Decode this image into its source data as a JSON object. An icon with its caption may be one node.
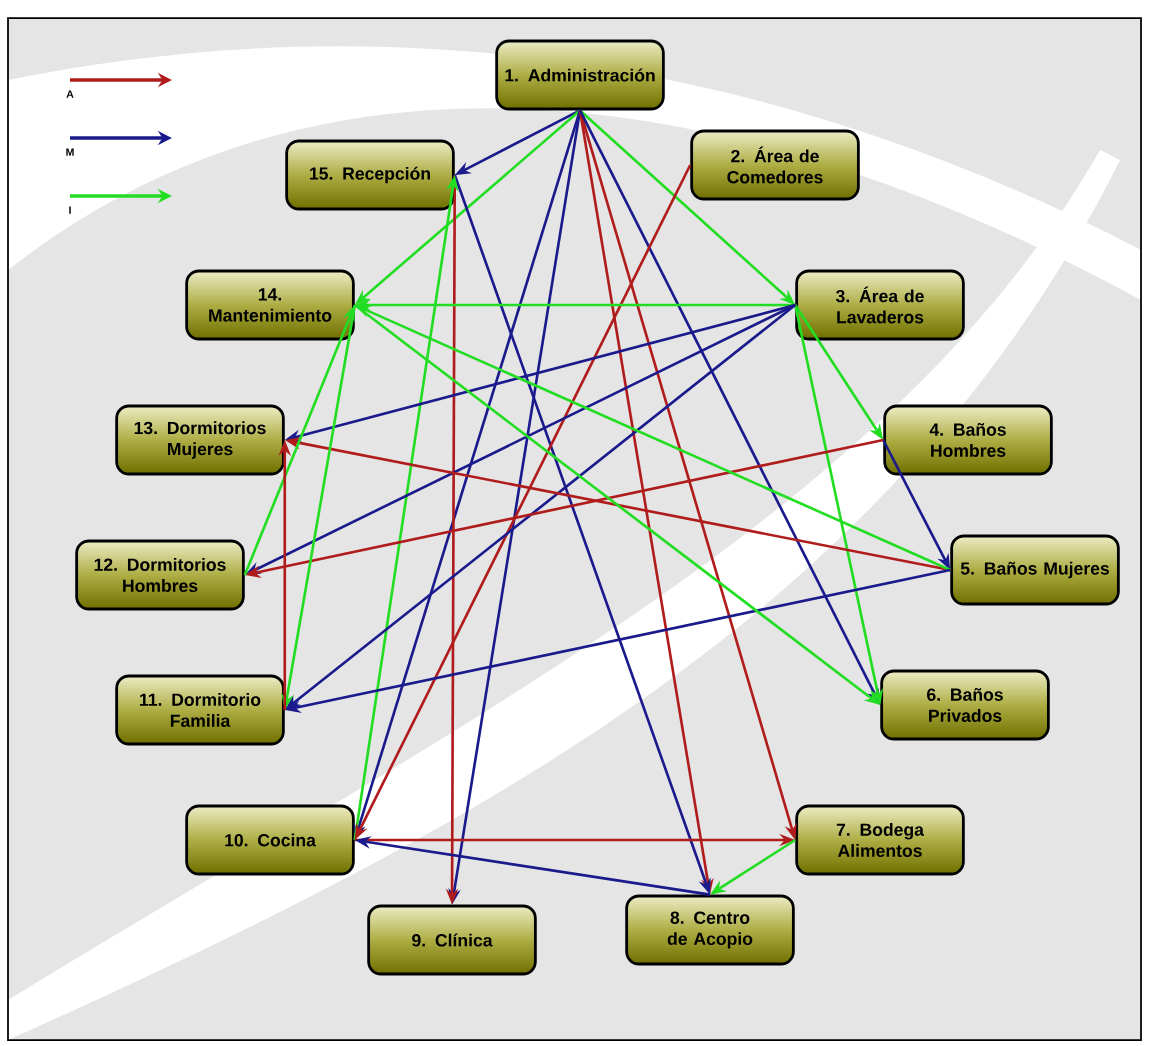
{
  "diagram": {
    "nodes": [
      {
        "text": [
          "1. Administración"
        ]
      },
      {
        "text": [
          "2. Área de Comedores"
        ]
      },
      {
        "text": [
          "3. Área de Lavaderos"
        ]
      },
      {
        "text": [
          "4. Baños Hombres"
        ]
      },
      {
        "text": [
          "5. Baños Mujeres"
        ]
      },
      {
        "text": [
          "6. Baños Privados"
        ]
      },
      {
        "text": [
          "7. Bodega Alimentos"
        ]
      },
      {
        "text": [
          "8. Centro de Acopio"
        ]
      },
      {
        "text": [
          "9. Clínica"
        ]
      },
      {
        "text": [
          "10. Cocina"
        ]
      },
      {
        "text": [
          "11. Dormitorio Familia"
        ]
      },
      {
        "text": [
          "12. Dormitorios Hombres"
        ]
      },
      {
        "text": [
          "13. Dormitorios Mujeres"
        ]
      },
      {
        "text": [
          "14. Mantenimiento"
        ]
      },
      {
        "text": [
          "15. Recepción"
        ]
      }
    ],
    "edges": [
      {
        "from": 0,
        "to": 14,
        "arrow": "to",
        "color": "#1a1a8c"
      },
      {
        "from": 0,
        "to": 13,
        "arrow": "to",
        "color": "#22dd22"
      },
      {
        "from": 0,
        "to": 2,
        "arrow": "to",
        "color": "#22dd22"
      },
      {
        "from": 0,
        "to": 9,
        "arrow": "to",
        "color": "#1a1a8c"
      },
      {
        "from": 0,
        "to": 8,
        "arrow": "to",
        "color": "#1a1a8c"
      },
      {
        "from": 0,
        "to": 7,
        "arrow": "to",
        "color": "#b01c1c"
      },
      {
        "from": 0,
        "to": 6,
        "arrow": "to",
        "color": "#b01c1c"
      },
      {
        "from": 0,
        "to": 5,
        "arrow": "to",
        "color": "#1a1a8c"
      },
      {
        "from": 14,
        "to": 8,
        "arrow": "to",
        "color": "#b01c1c"
      },
      {
        "from": 14,
        "to": 7,
        "arrow": "to",
        "color": "#1a1a8c"
      },
      {
        "from": 9,
        "to": 14,
        "arrow": "to",
        "color": "#22dd22"
      },
      {
        "from": 1,
        "to": 9,
        "arrow": "to",
        "color": "#b01c1c"
      },
      {
        "from": 2,
        "to": 13,
        "arrow": "to",
        "color": "#22dd22"
      },
      {
        "from": 2,
        "to": 3,
        "arrow": "to",
        "color": "#22dd22"
      },
      {
        "from": 2,
        "to": 5,
        "arrow": "to",
        "color": "#22dd22"
      },
      {
        "from": 2,
        "to": 12,
        "arrow": "to",
        "color": "#1a1a8c"
      },
      {
        "from": 2,
        "to": 11,
        "arrow": "to",
        "color": "#1a1a8c"
      },
      {
        "from": 2,
        "to": 10,
        "arrow": "to",
        "color": "#1a1a8c"
      },
      {
        "from": 3,
        "to": 4,
        "arrow": "to",
        "color": "#1a1a8c"
      },
      {
        "from": 3,
        "to": 11,
        "arrow": "to",
        "color": "#b01c1c"
      },
      {
        "from": 4,
        "to": 12,
        "arrow": "to",
        "color": "#b01c1c"
      },
      {
        "from": 4,
        "to": 13,
        "arrow": "to",
        "color": "#22dd22"
      },
      {
        "from": 4,
        "to": 10,
        "arrow": "to",
        "color": "#1a1a8c"
      },
      {
        "from": 13,
        "to": 5,
        "arrow": "to",
        "color": "#22dd22"
      },
      {
        "from": 11,
        "to": 13,
        "arrow": "to",
        "color": "#22dd22"
      },
      {
        "from": 13,
        "to": 10,
        "arrow": "to",
        "color": "#22dd22"
      },
      {
        "from": 10,
        "to": 12,
        "arrow": "to",
        "color": "#b01c1c"
      },
      {
        "from": 9,
        "to": 6,
        "arrow": "to",
        "color": "#b01c1c"
      },
      {
        "from": 6,
        "to": 7,
        "arrow": "to",
        "color": "#22dd22"
      },
      {
        "from": 7,
        "to": 9,
        "arrow": "to",
        "color": "#1a1a8c"
      }
    ],
    "legend": [
      {
        "text": "A"
      },
      {
        "text": "M"
      },
      {
        "text": "I"
      }
    ]
  }
}
